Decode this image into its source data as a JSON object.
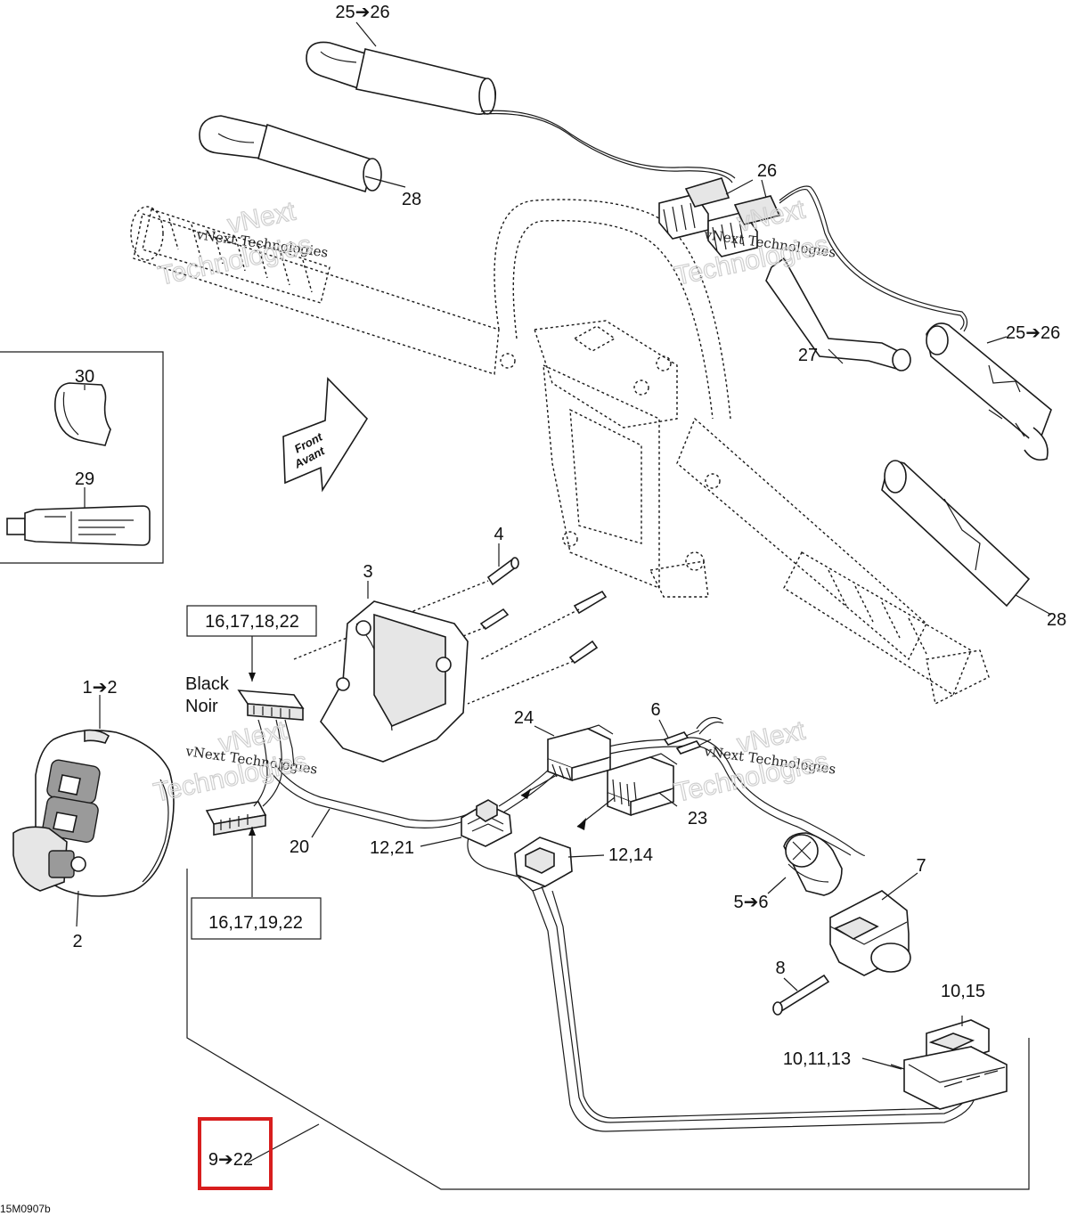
{
  "diagram": {
    "drawing_code": "15M0907b",
    "direction_label": [
      "Front",
      "Avant"
    ],
    "color_label": [
      "Black",
      "Noir"
    ],
    "watermark": {
      "text_small": "vNext Technologies",
      "text_large_1": "vNext",
      "text_large_2": "Technologies"
    },
    "callouts": {
      "c25_26_top": "25➔26",
      "c26": "26",
      "c28_top": "28",
      "c25_26_right": "25➔26",
      "c27": "27",
      "c28_right": "28",
      "c30": "30",
      "c29": "29",
      "c4": "4",
      "c3": "3",
      "c16_17_18_22": "16,17,18,22",
      "c1_2": "1➔2",
      "c2": "2",
      "c16_17_19_22": "16,17,19,22",
      "c20": "20",
      "c24": "24",
      "c6": "6",
      "c23": "23",
      "c12_21": "12,21",
      "c12_14": "12,14",
      "c7": "7",
      "c5_6": "5➔6",
      "c8": "8",
      "c10_15": "10,15",
      "c10_11_13": "10,11,13",
      "c9_22": "9➔22"
    },
    "highlight_color": "#d81e1e"
  }
}
